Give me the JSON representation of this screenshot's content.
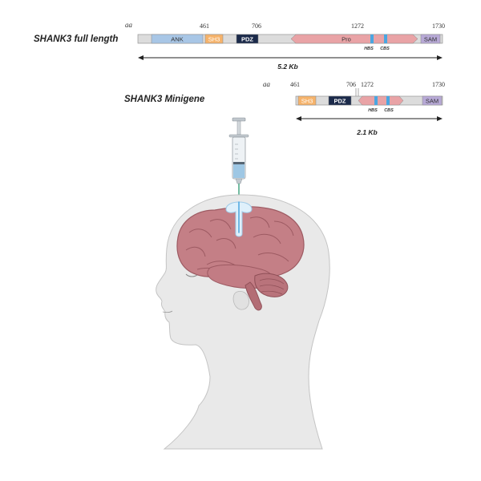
{
  "full": {
    "title": "SHANK3 full length",
    "aa_label": "aa",
    "positions": [
      "461",
      "706",
      "1272",
      "1730"
    ],
    "domains": {
      "ank": "ANK",
      "sh3": "SH3",
      "pdz": "PDZ",
      "pro": "Pro",
      "sam": "SAM"
    },
    "hbs": "HBS",
    "cbs": "CBS",
    "length": "5.2 Kb"
  },
  "mini": {
    "title": "SHANK3 Minigene",
    "aa_label": "aa",
    "positions": [
      "461",
      "706",
      "1272",
      "1730"
    ],
    "domains": {
      "sh3": "SH3",
      "pdz": "PDZ",
      "sam": "SAM"
    },
    "hbs": "HBS",
    "cbs": "CBS",
    "length": "2.1 Kb"
  },
  "colors": {
    "ank": "#a8c6e6",
    "sh3": "#f6b36b",
    "pdz": "#1b2a4a",
    "pro": "#e9a3a6",
    "sam": "#b7a9d6",
    "marker": "#4aa6e0",
    "backbone": "#dcdcdc",
    "brain": "#c47f86",
    "head": "#e9e9e9"
  }
}
